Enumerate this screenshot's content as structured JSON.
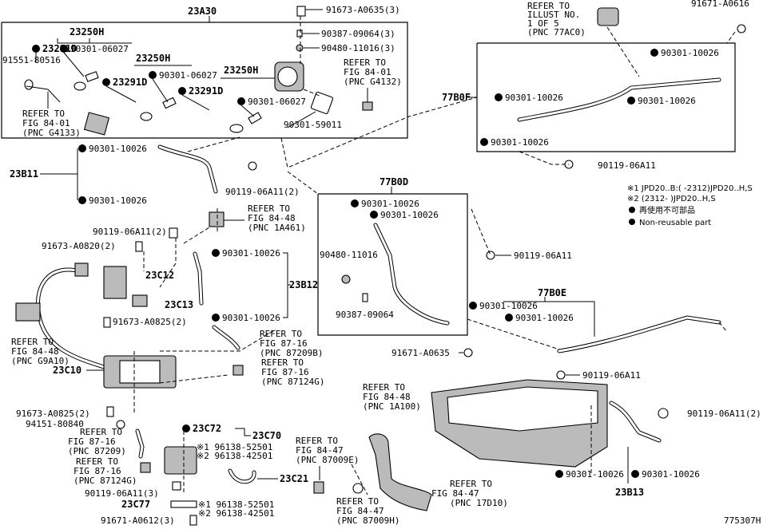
{
  "diagram": {
    "figure_code": "775307H",
    "legend": {
      "note1": "※1 JPD20..B:(    -2312)JPD20..H,S",
      "note2": "※2 (2312-    )JPD20..H,S",
      "reuse_jp": "再使用不可部品",
      "reuse_en": "Non-reusable part"
    },
    "groups": {
      "g23A30": "23A30",
      "g23250H_1": "23250H",
      "g23250H_2": "23250H",
      "g23250H_3": "23250H",
      "g23291D_1": "23291D",
      "g23291D_2": "23291D",
      "g23291D_3": "23291D",
      "g23B11": "23B11",
      "g23B12": "23B12",
      "g23C12": "23C12",
      "g23C13": "23C13",
      "g23C10": "23C10",
      "g23C72": "23C72",
      "g23C70": "23C70",
      "g23C21": "23C21",
      "g23C77": "23C77",
      "g23B13": "23B13",
      "g77B0F": "77B0F",
      "g77B0D": "77B0D",
      "g77B0E": "77B0E"
    },
    "parts": {
      "p91673_A0635": "91673-A0635(3)",
      "p90387_09064_3": "90387-09064(3)",
      "p90480_11016_3": "90480-11016(3)",
      "p91551_80516": "91551-80516",
      "p90301_06027_a": "90301-06027",
      "p90301_06027_b": "90301-06027",
      "p90301_06027_c": "90301-06027",
      "p90301_59011": "90301-59011",
      "p90301_10026_a": "90301-10026",
      "p90301_10026_b": "90301-10026",
      "p90119_06A11_2a": "90119-06A11(2)",
      "p90119_06A11_2b": "90119-06A11(2)",
      "p91673_A0820": "91673-A0820(2)",
      "p90301_10026_c": "90301-10026",
      "p90301_10026_d": "90301-10026",
      "p91673_A0825_2a": "91673-A0825(2)",
      "p91673_A0825_2b": "91673-A0825(2)",
      "p94151_80840": "94151-80840",
      "p90119_06A11_3": "90119-06A11(3)",
      "p91671_A0612": "91671-A0612(3)",
      "p196138_52501_a": "※1 96138-52501",
      "p296138_42501_a": "※2 96138-42501",
      "p196138_52501_b": "※1 96138-52501",
      "p296138_42501_b": "※2 96138-42501",
      "p90301_10026_e": "90301-10026",
      "p90301_10026_f": "90301-10026",
      "p90480_11016": "90480-11016",
      "p90387_09064": "90387-09064",
      "p91671_A0635": "91671-A0635",
      "p90119_06A11_a": "90119-06A11",
      "p91671_A0616": "91671-A0616",
      "p90301_10026_g": "90301-10026",
      "p90301_10026_h": "90301-10026",
      "p90301_10026_i": "90301-10026",
      "p90301_10026_j": "90301-10026",
      "p90119_06A11_b": "90119-06A11",
      "p90301_10026_k": "90301-10026",
      "p90301_10026_l": "90301-10026",
      "p90119_06A11_c": "90119-06A11",
      "p90119_06A11_2c": "90119-06A11(2)",
      "p90301_10026_m": "90301-10026",
      "p90301_10026_n": "90301-10026"
    },
    "refs": {
      "r_g4132": [
        "REFER TO",
        "FIG 84-01",
        "(PNC G4132)"
      ],
      "r_g4133": [
        "REFER TO",
        "FIG 84-01",
        "(PNC G4133)"
      ],
      "r_1a461": [
        "REFER TO",
        "FIG 84-48",
        "(PNC 1A461)"
      ],
      "r_g9a10": [
        "REFER TO",
        "FIG 84-48",
        "(PNC G9A10)"
      ],
      "r_87209b": [
        "REFER TO",
        "FIG 87-16",
        "(PNC 87209B)"
      ],
      "r_87124g_a": [
        "REFER TO",
        "FIG 87-16",
        "(PNC 87124G)"
      ],
      "r_87209": [
        "REFER TO",
        "FIG 87-16",
        "(PNC 87209)"
      ],
      "r_87124g_b": [
        "REFER TO",
        "FIG 87-16",
        "(PNC 87124G)"
      ],
      "r_87009e": [
        "REFER TO",
        "FIG 84-47",
        "(PNC 87009E)"
      ],
      "r_17d10": [
        "REFER TO",
        "FIG 84-47",
        "(PNC 17D10)"
      ],
      "r_87009h": [
        "REFER TO",
        "FIG 84-47",
        "(PNC 87009H)"
      ],
      "r_1a100": [
        "REFER TO",
        "FIG 84-48",
        "(PNC 1A100)"
      ],
      "r_77ac0": [
        "REFER TO",
        "ILLUST NO.",
        "1 OF 5",
        "(PNC 77AC0)"
      ]
    }
  }
}
